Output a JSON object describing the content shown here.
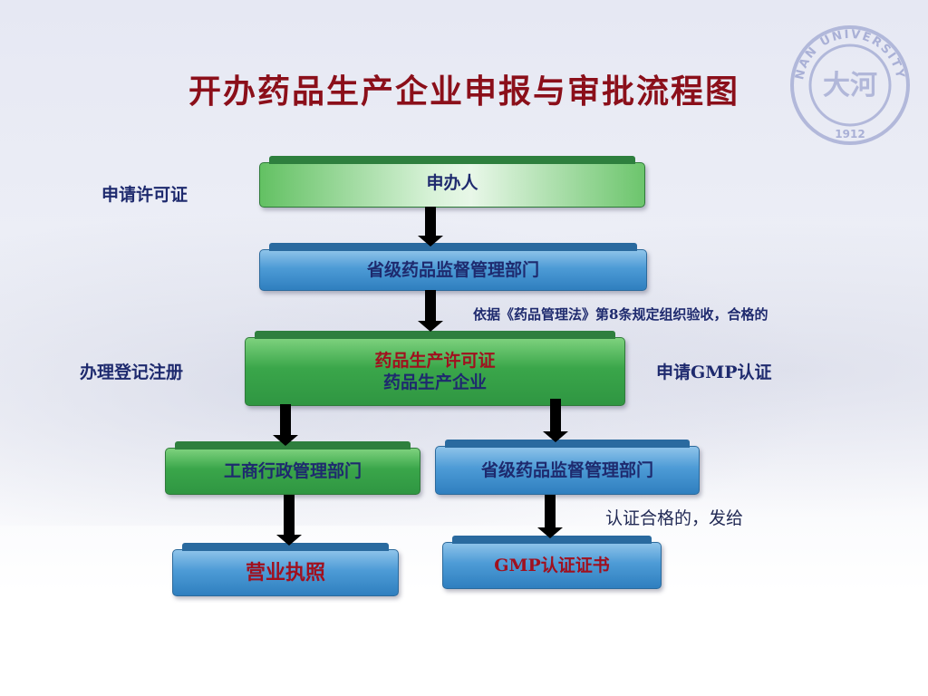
{
  "title": "开办药品生产企业申报与审批流程图",
  "seal": {
    "text_top": "NAN UNIVERSITY",
    "year": "1912"
  },
  "side_labels": {
    "apply_license": "申请许可证",
    "register": "办理登记注册",
    "apply_gmp": "申请GMP认证"
  },
  "notes": {
    "inspection": "依据《药品管理法》第8条规定组织验收，合格的",
    "certified": "认证合格的，发给"
  },
  "boxes": {
    "applicant": "申办人",
    "provincial_1": "省级药品监督管理部门",
    "license": "药品生产许可证",
    "enterprise": "药品生产企业",
    "commerce": "工商行政管理部门",
    "provincial_2": "省级药品监督管理部门",
    "business_license": "营业执照",
    "gmp_cert": "GMP认证证书"
  }
}
